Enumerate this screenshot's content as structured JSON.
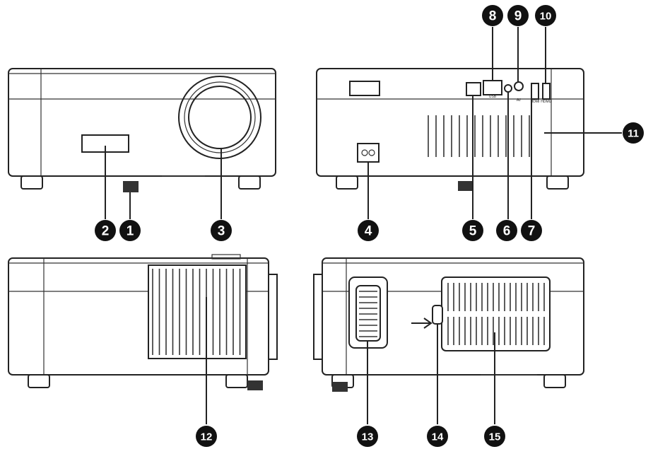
{
  "callouts": [
    {
      "id": "1",
      "label": "1"
    },
    {
      "id": "2",
      "label": "2"
    },
    {
      "id": "3",
      "label": "3"
    },
    {
      "id": "4",
      "label": "4"
    },
    {
      "id": "5",
      "label": "5"
    },
    {
      "id": "6",
      "label": "6"
    },
    {
      "id": "7",
      "label": "7"
    },
    {
      "id": "8",
      "label": "8"
    },
    {
      "id": "9",
      "label": "9"
    },
    {
      "id": "10",
      "label": "10"
    },
    {
      "id": "11",
      "label": "11"
    },
    {
      "id": "12",
      "label": "12"
    },
    {
      "id": "13",
      "label": "13"
    },
    {
      "id": "14",
      "label": "14"
    },
    {
      "id": "15",
      "label": "15"
    }
  ],
  "port_labels": {
    "usb": "USB",
    "av": "AV",
    "hdmi1": "HDMI",
    "hdmi2": "HDMI2"
  },
  "colors": {
    "line": "#222222",
    "callout_fill": "#111111",
    "callout_text": "#ffffff",
    "background": "#ffffff"
  }
}
